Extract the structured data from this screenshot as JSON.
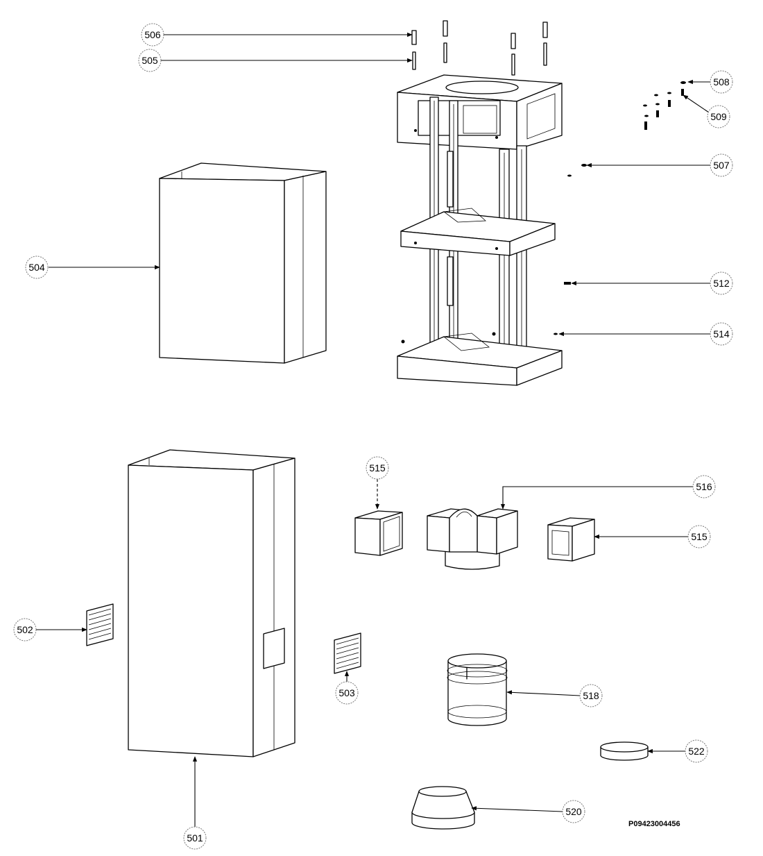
{
  "diagram": {
    "drawing_code": "P09423004456",
    "callouts": [
      {
        "id": "506",
        "label": "506"
      },
      {
        "id": "505",
        "label": "505"
      },
      {
        "id": "508",
        "label": "508"
      },
      {
        "id": "509",
        "label": "509"
      },
      {
        "id": "507",
        "label": "507"
      },
      {
        "id": "504",
        "label": "504"
      },
      {
        "id": "512",
        "label": "512"
      },
      {
        "id": "514",
        "label": "514"
      },
      {
        "id": "515a",
        "label": "515"
      },
      {
        "id": "516",
        "label": "516"
      },
      {
        "id": "515b",
        "label": "515"
      },
      {
        "id": "502",
        "label": "502"
      },
      {
        "id": "503",
        "label": "503"
      },
      {
        "id": "518",
        "label": "518"
      },
      {
        "id": "522",
        "label": "522"
      },
      {
        "id": "520",
        "label": "520"
      },
      {
        "id": "501",
        "label": "501"
      }
    ]
  }
}
